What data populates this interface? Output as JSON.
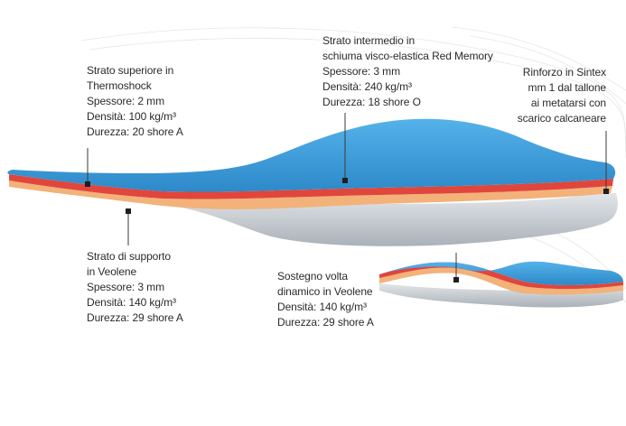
{
  "labels": {
    "top_layer": {
      "title_1": "Strato superiore in",
      "title_2": "Thermoshock",
      "thickness": "Spessore: 2 mm",
      "density": "Densità: 100 kg/m³",
      "hardness": "Durezza: 20 shore A"
    },
    "middle_layer": {
      "title_1": "Strato intermedio in",
      "title_2": "schiuma visco-elastica Red Memory",
      "thickness": "Spessore: 3 mm",
      "density": "Densità: 240 kg/m³",
      "hardness": "Durezza: 18 shore O"
    },
    "reinforcement": {
      "line_1": "Rinforzo in Sintex",
      "line_2": "mm 1 dal tallone",
      "line_3": "ai metatarsi con",
      "line_4": "scarico calcaneare"
    },
    "support_layer": {
      "title_1": "Strato di supporto",
      "title_2": "in Veolene",
      "thickness": "Spessore: 3 mm",
      "density": "Densità: 140 kg/m³",
      "hardness": "Durezza: 29 shore A"
    },
    "dynamic_support": {
      "title_1": "Sostegno volta",
      "title_2": "dinamico in Veolene",
      "density": "Densità: 140 kg/m³",
      "hardness": "Durezza: 29 shore A"
    }
  },
  "colors": {
    "blue_top": "#3a9ad8",
    "red_layer": "#e0463c",
    "orange_layer": "#f2b27a",
    "gray_base": "#c8cdd2",
    "leader_line": "#3a3a3a"
  }
}
